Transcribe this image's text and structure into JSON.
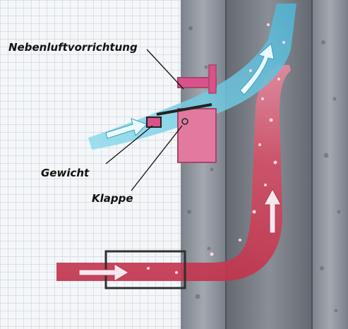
{
  "labels": {
    "bypass_device": "Nebenluftvorrichtung",
    "weight": "Gewicht",
    "flap": "Klappe"
  },
  "colors": {
    "paper": "#f4f6f8",
    "grid": "#9fb3c6",
    "wall": "#8a9099",
    "wall_dark": "#5c6068",
    "chimney_inner": "#6e737b",
    "cold_air": "#6ecbe3",
    "hot_gas": "#c8324a",
    "device_pink": "#e07aa0",
    "pipe_dark": "#3b3b3b",
    "label_text": "#111111"
  }
}
